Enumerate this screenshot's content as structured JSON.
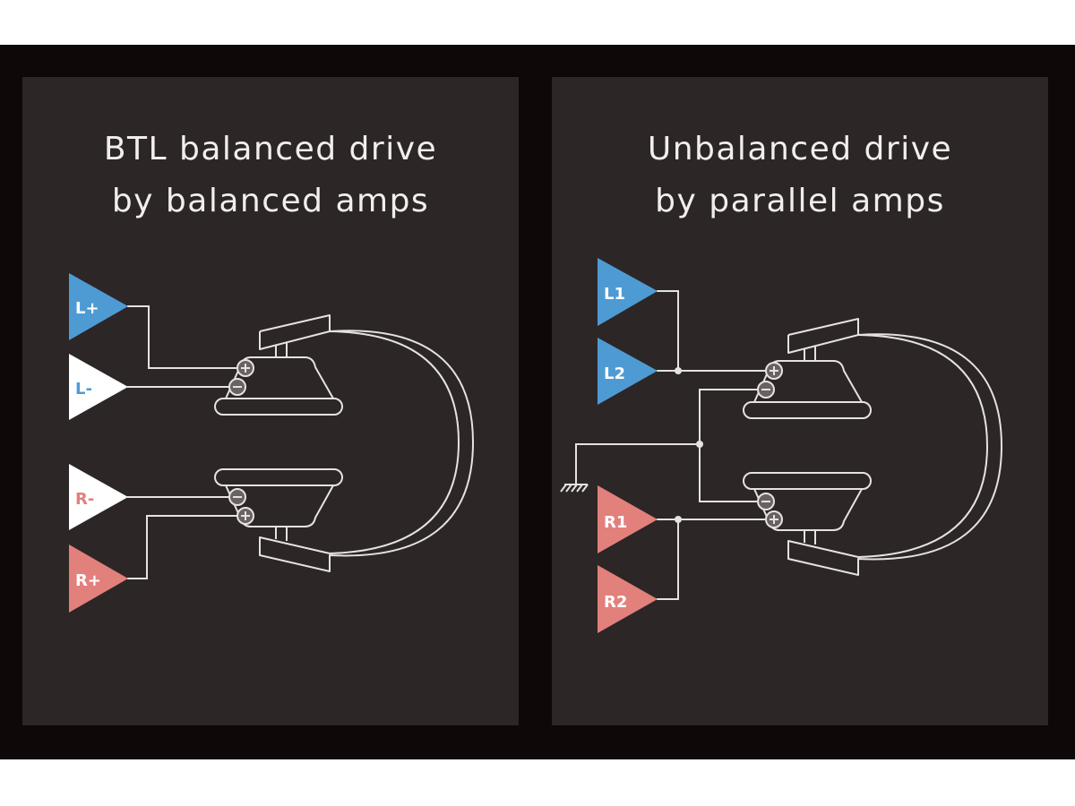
{
  "colors": {
    "background": "#0f0808",
    "panel": "#2c2626",
    "line": "#e6e2e2",
    "amp_left": "#4e9bd4",
    "amp_right": "#e2807c",
    "amp_neg": "#ffffff"
  },
  "left_panel": {
    "title_line1": "BTL balanced drive",
    "title_line2": "by balanced amps",
    "amps": {
      "l_plus": "L+",
      "l_minus": "L-",
      "r_minus": "R-",
      "r_plus": "R+"
    }
  },
  "right_panel": {
    "title_line1": "Unbalanced drive",
    "title_line2": "by parallel amps",
    "amps": {
      "l1": "L1",
      "l2": "L2",
      "r1": "R1",
      "r2": "R2"
    }
  },
  "icons": {
    "plus_terminal": "plus-terminal-icon",
    "minus_terminal": "minus-terminal-icon",
    "ground": "ground-icon",
    "headphone": "headphone-icon"
  }
}
